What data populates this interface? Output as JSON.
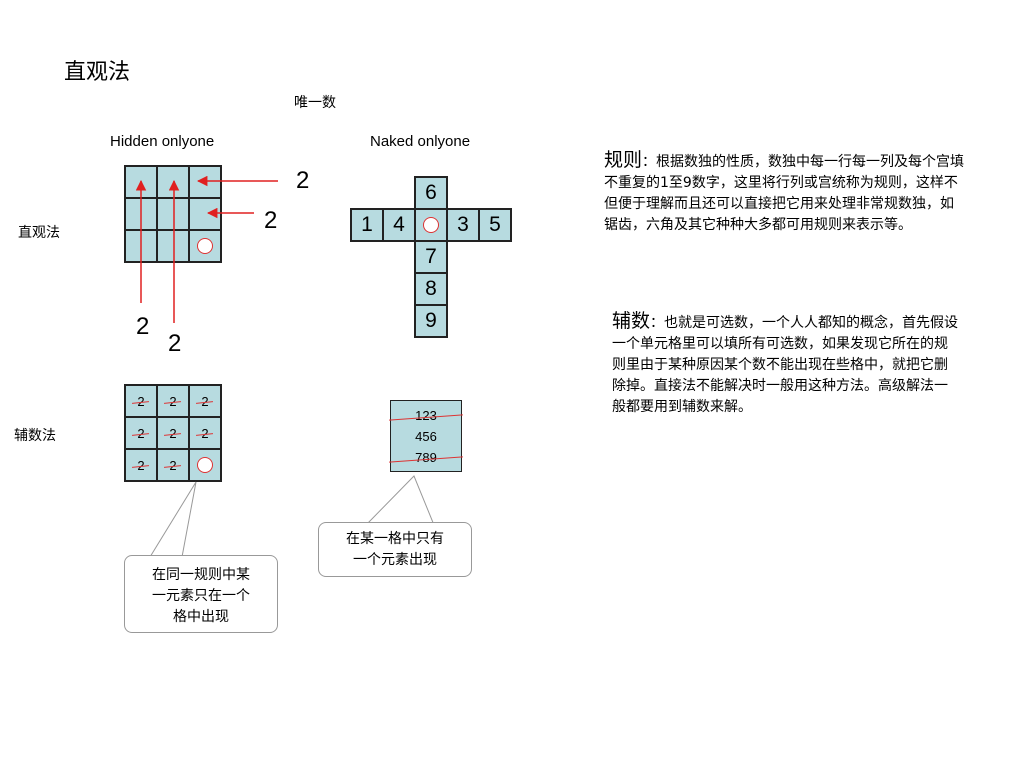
{
  "title": "直观法",
  "subtitle": "唯一数",
  "hidden_label": "Hidden onlyone",
  "naked_label": "Naked onlyone",
  "row_labels": {
    "intuitive": "直观法",
    "candidate": "辅数法"
  },
  "hidden_numbers": {
    "right_top": "2",
    "right_mid": "2",
    "bottom_left": "2",
    "bottom_right": "2"
  },
  "naked_cross": {
    "top": "6",
    "left1": "1",
    "left2": "4",
    "right1": "3",
    "right2": "5",
    "below1": "7",
    "below2": "8",
    "below3": "9"
  },
  "candidate_grid": {
    "digit": "2"
  },
  "candidate_cell": {
    "lines": [
      "123",
      "456",
      "789"
    ]
  },
  "rules": {
    "head": "规则",
    "colon": "：",
    "body": "根据数独的性质，数独中每一行每一列及每个宫填不重复的1至9数字，这里将行列或宫统称为规则，这样不但便于理解而且还可以直接把它用来处理非常规数独，如锯齿，六角及其它种种大多都可用规则来表示等。"
  },
  "candidates": {
    "head": "辅数",
    "colon": "：",
    "body": "也就是可选数，一个人人都知的概念，首先假设一个单元格里可以填所有可选数，如果发现它所在的规则里由于某种原因某个数不能出现在些格中，就把它删除掉。直接法不能解决时一般用这种方法。高级解法一般都要用到辅数来解。"
  },
  "callout_left": [
    "在同一规则中某",
    "一元素只在一个",
    "格中出现"
  ],
  "callout_right": [
    "在某一格中只有",
    "一个元素出现"
  ],
  "colors": {
    "cell": "#b7dbe0",
    "arrow": "#e02020",
    "strike": "#dd3333"
  }
}
